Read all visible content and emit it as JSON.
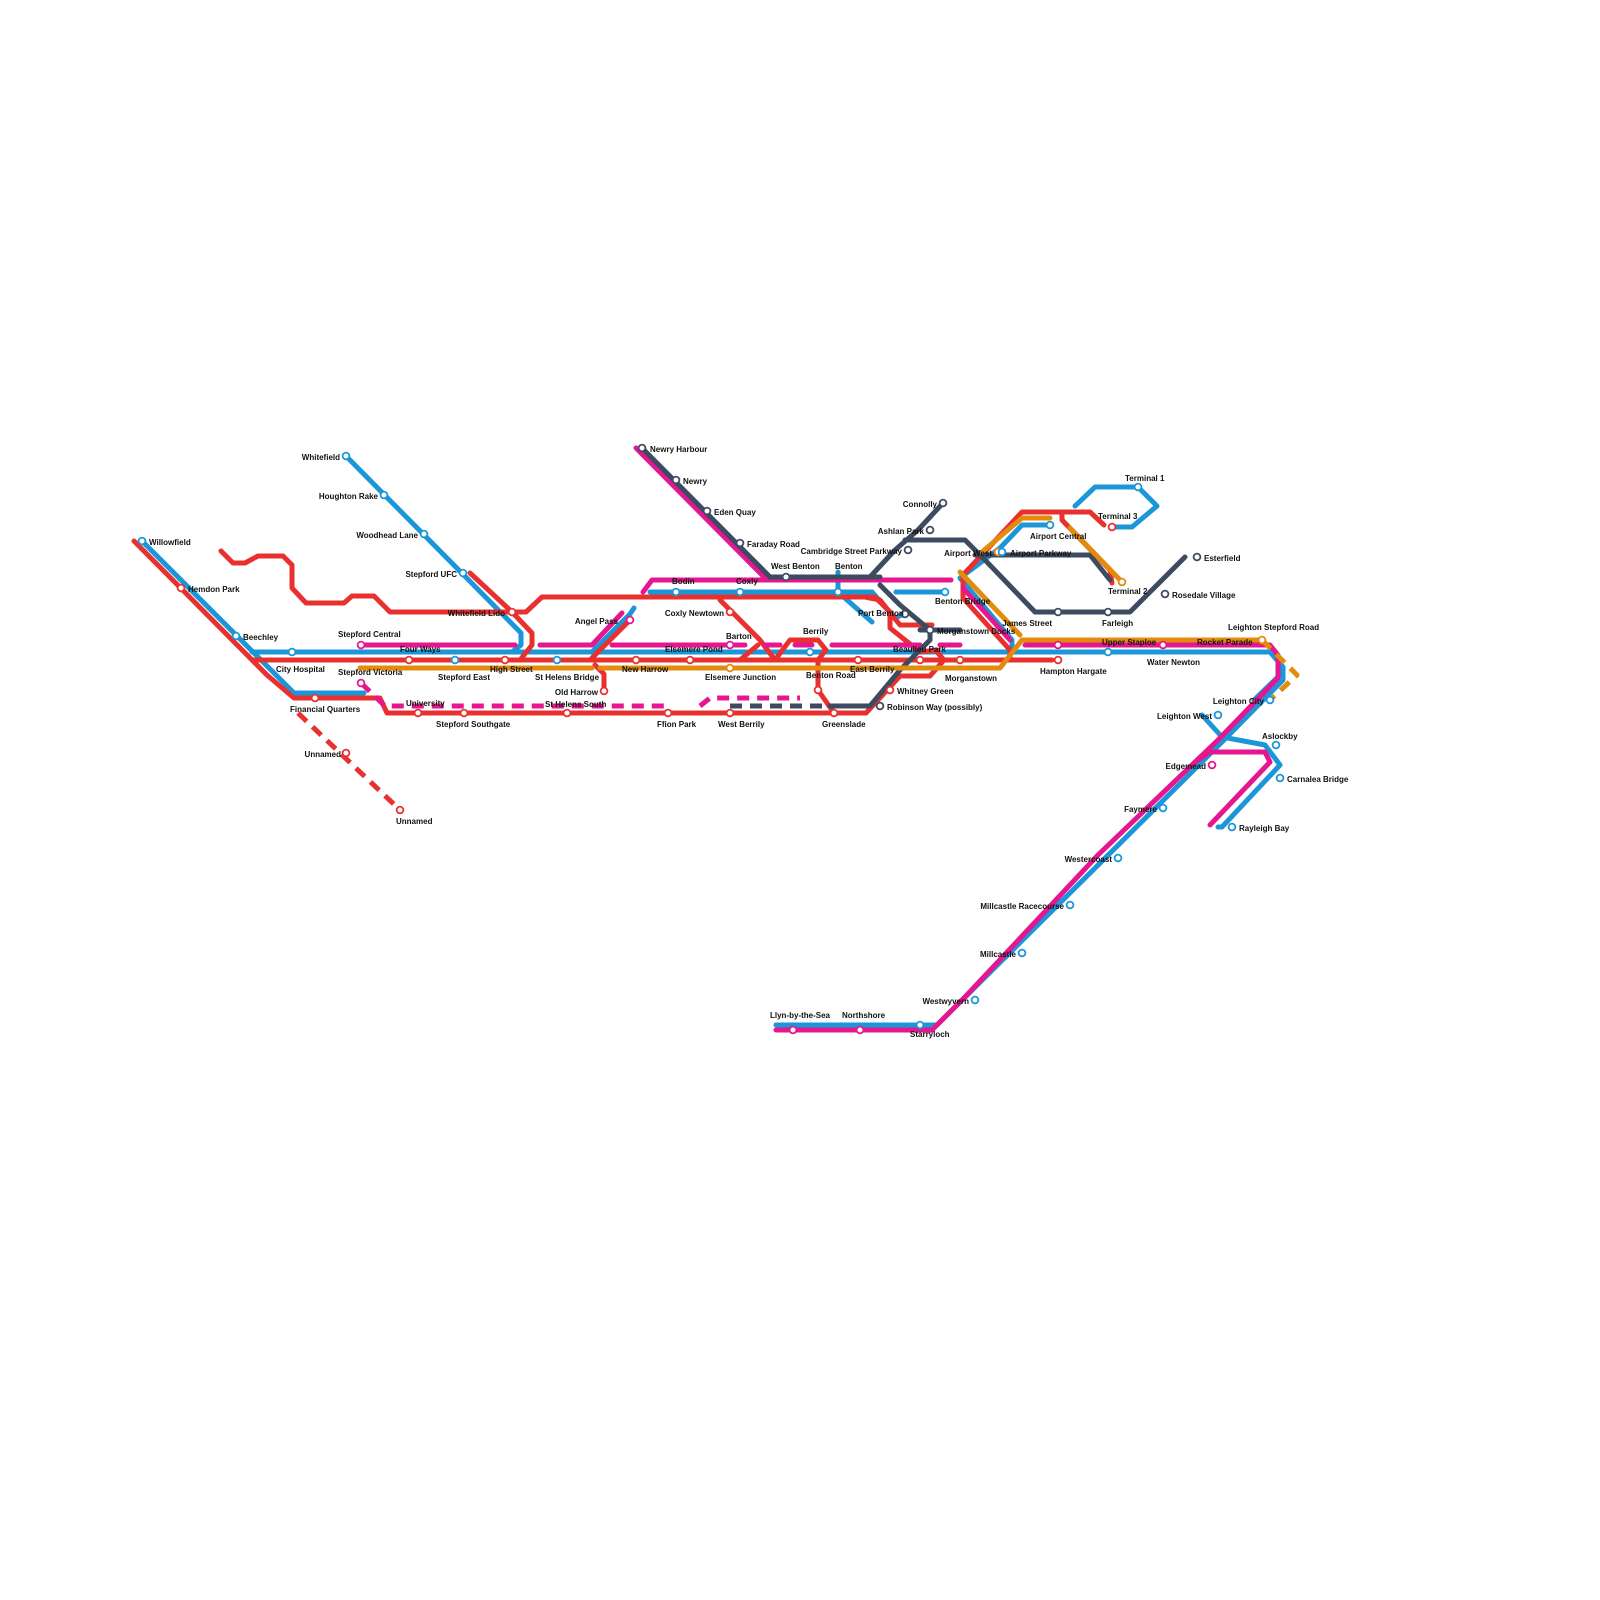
{
  "colors": {
    "blue": "#1b96d8",
    "red": "#e8312f",
    "magenta": "#e5168f",
    "navy": "#3d4b61",
    "orange": "#e38b0c",
    "background": "#ffffff"
  },
  "lines": [
    {
      "id": "blue-line",
      "color": "blue"
    },
    {
      "id": "red-line",
      "color": "red"
    },
    {
      "id": "magenta-line",
      "color": "magenta"
    },
    {
      "id": "navy-line",
      "color": "navy"
    },
    {
      "id": "orange-line",
      "color": "orange"
    }
  ],
  "stations": [
    {
      "name": "Whitefield"
    },
    {
      "name": "Houghton Rake"
    },
    {
      "name": "Woodhead Lane"
    },
    {
      "name": "Stepford UFC"
    },
    {
      "name": "Whitefield Lido"
    },
    {
      "name": "Willowfield"
    },
    {
      "name": "Hemdon Park"
    },
    {
      "name": "Beechley"
    },
    {
      "name": "City Hospital"
    },
    {
      "name": "Financial Quarters"
    },
    {
      "name": "Unnamed"
    },
    {
      "name": "Unnamed"
    },
    {
      "name": "Stepford Central"
    },
    {
      "name": "Stepford Victoria"
    },
    {
      "name": "Four Ways"
    },
    {
      "name": "Stepford East"
    },
    {
      "name": "University"
    },
    {
      "name": "Stepford Southgate"
    },
    {
      "name": "High Street"
    },
    {
      "name": "St Helens Bridge"
    },
    {
      "name": "St Helens South"
    },
    {
      "name": "Angel Pass"
    },
    {
      "name": "Old Harrow"
    },
    {
      "name": "New Harrow"
    },
    {
      "name": "Newry Harbour"
    },
    {
      "name": "Newry"
    },
    {
      "name": "Eden Quay"
    },
    {
      "name": "Faraday Road"
    },
    {
      "name": "Bodin"
    },
    {
      "name": "Coxly"
    },
    {
      "name": "Coxly Newtown"
    },
    {
      "name": "Elsemere Pond"
    },
    {
      "name": "Barton"
    },
    {
      "name": "Elsemere Junction"
    },
    {
      "name": "Ffion Park"
    },
    {
      "name": "West Berrily"
    },
    {
      "name": "West Benton"
    },
    {
      "name": "Benton"
    },
    {
      "name": "Berrily"
    },
    {
      "name": "Benton Road"
    },
    {
      "name": "Greenslade"
    },
    {
      "name": "East Berrily"
    },
    {
      "name": "Port Benton"
    },
    {
      "name": "Beaulieu Park"
    },
    {
      "name": "Benton Bridge"
    },
    {
      "name": "Whitney Green"
    },
    {
      "name": "Robinson Way (possibly)"
    },
    {
      "name": "Cambridge Street Parkway"
    },
    {
      "name": "Ashlan Park"
    },
    {
      "name": "Connolly"
    },
    {
      "name": "Morganstown Docks"
    },
    {
      "name": "Morganstown"
    },
    {
      "name": "Airport West"
    },
    {
      "name": "Airport Parkway"
    },
    {
      "name": "Airport Central"
    },
    {
      "name": "Terminal 1"
    },
    {
      "name": "Terminal 3"
    },
    {
      "name": "Terminal 2"
    },
    {
      "name": "James Street"
    },
    {
      "name": "Farleigh"
    },
    {
      "name": "Rosedale Village"
    },
    {
      "name": "Esterfield"
    },
    {
      "name": "Upper Staploe"
    },
    {
      "name": "Hampton Hargate"
    },
    {
      "name": "Water Newton"
    },
    {
      "name": "Rocket Parade"
    },
    {
      "name": "Leighton Stepford Road"
    },
    {
      "name": "Leighton City"
    },
    {
      "name": "Leighton West"
    },
    {
      "name": "Aslockby"
    },
    {
      "name": "Carnalea Bridge"
    },
    {
      "name": "Edgemead"
    },
    {
      "name": "Rayleigh Bay"
    },
    {
      "name": "Faymere"
    },
    {
      "name": "Westercoast"
    },
    {
      "name": "Millcastle Racecourse"
    },
    {
      "name": "Millcastle"
    },
    {
      "name": "Westwyvern"
    },
    {
      "name": "Northshore"
    },
    {
      "name": "Llyn-by-the-Sea"
    },
    {
      "name": "Starryloch"
    }
  ]
}
